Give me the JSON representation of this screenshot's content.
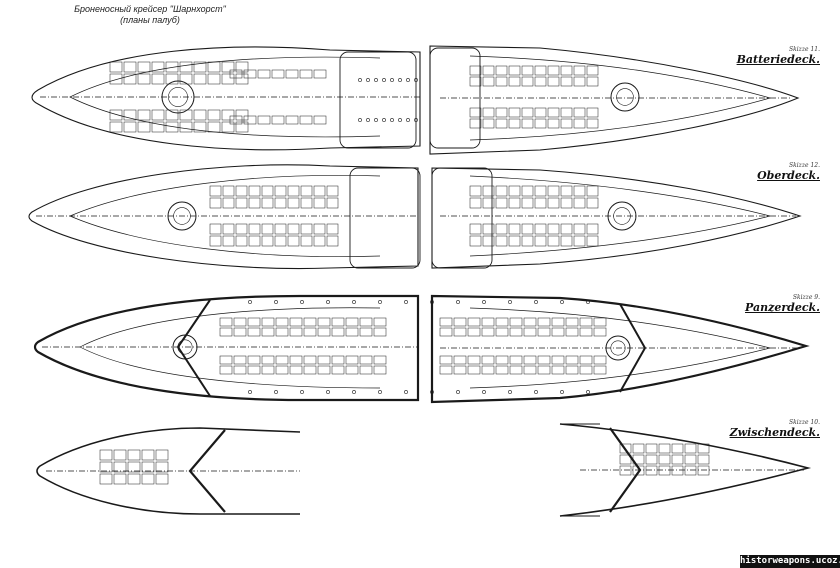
{
  "title": {
    "line1": "Броненосный крейсер \"Шарнхорст\"",
    "line2": "(планы палуб)"
  },
  "decks": [
    {
      "sheet": "Skizze 11.",
      "name": "Batteriedeck."
    },
    {
      "sheet": "Skizze 12.",
      "name": "Oberdeck."
    },
    {
      "sheet": "Skizze 9.",
      "name": "Panzerdeck."
    },
    {
      "sheet": "Skizze 10.",
      "name": "Zwischendeck."
    }
  ],
  "watermark": "historweapons.ucoz.ru",
  "colors": {
    "ink": "#1a1a1a",
    "paper": "#ffffff",
    "fill": "#e8e8e8"
  }
}
